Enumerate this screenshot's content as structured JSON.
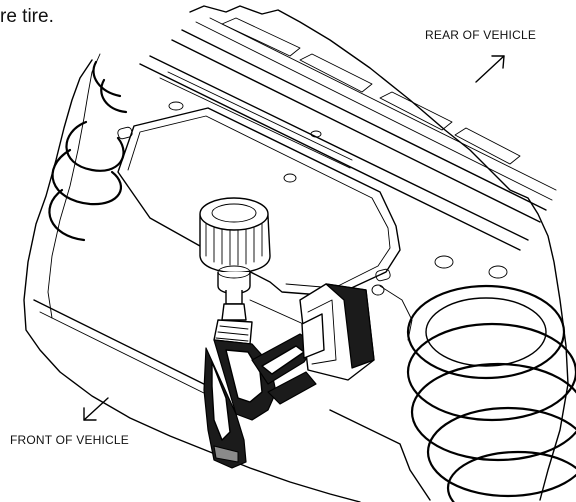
{
  "caption": "re tire.",
  "labels": {
    "rear": "REAR OF VEHICLE",
    "front": "FRONT OF VEHICLE"
  },
  "colors": {
    "line": "#000000",
    "background": "#ffffff",
    "drill_body": "#1b1b1b"
  },
  "icons": {
    "rear": "arrow-up-right-icon",
    "front": "arrow-down-left-icon"
  }
}
